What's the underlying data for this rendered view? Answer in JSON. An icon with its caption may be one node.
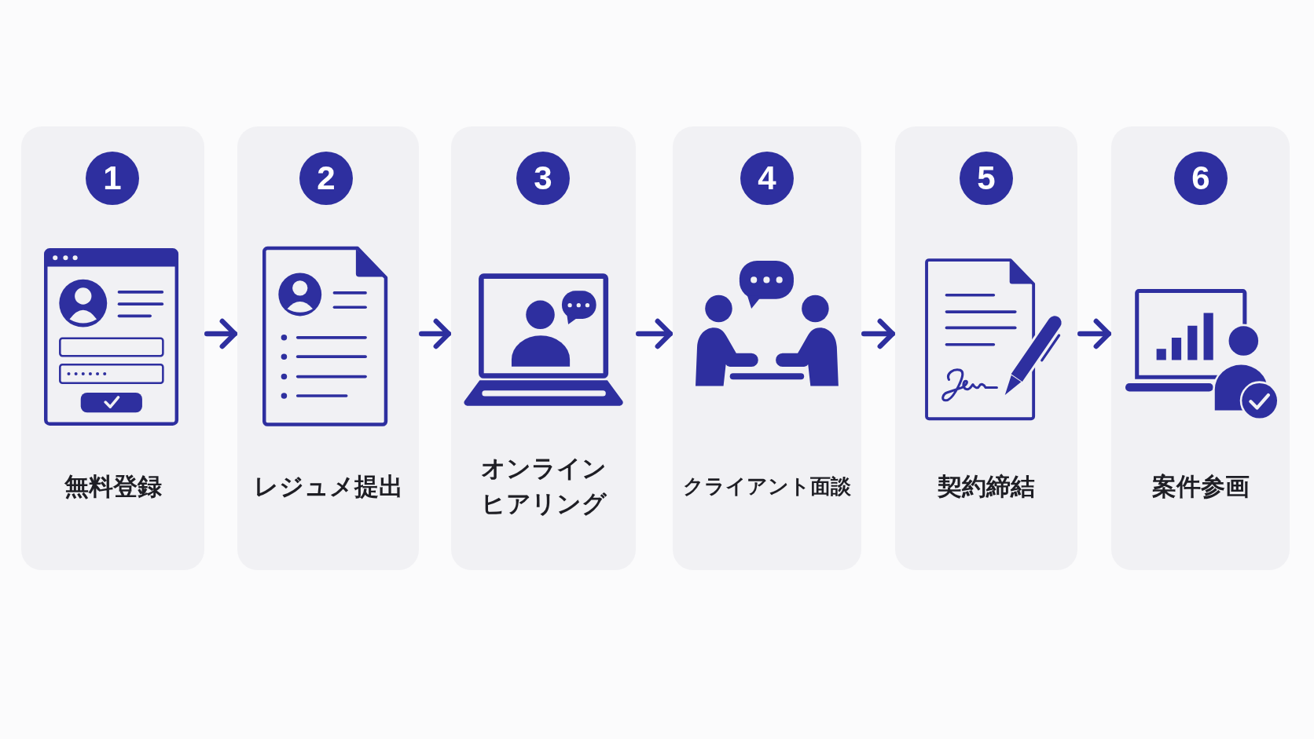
{
  "diagram": {
    "nodes": [
      {
        "text": [
          "無料登録"
        ]
      },
      {
        "text": [
          "1"
        ],
        "in": 0
      },
      {
        "text": [
          "レジュメ提出"
        ]
      },
      {
        "text": [
          "2"
        ],
        "in": 2
      },
      {
        "text": [
          "オンラインヒアリング"
        ]
      },
      {
        "text": [
          "3"
        ],
        "in": 4
      },
      {
        "text": [
          "クライアント面談"
        ]
      },
      {
        "text": [
          "4"
        ],
        "in": 6
      },
      {
        "text": [
          "契約締結"
        ]
      },
      {
        "text": [
          "5"
        ],
        "in": 8
      },
      {
        "text": [
          "案件参画"
        ]
      },
      {
        "text": [
          "6"
        ],
        "in": 10
      }
    ],
    "edges": [
      {
        "from": 0,
        "to": 2,
        "arrow": "to"
      },
      {
        "from": 2,
        "to": 4,
        "arrow": "to"
      },
      {
        "from": 4,
        "to": 6,
        "arrow": "to"
      },
      {
        "from": 6,
        "to": 8,
        "arrow": "to"
      },
      {
        "from": 8,
        "to": 10,
        "arrow": "to"
      }
    ]
  }
}
